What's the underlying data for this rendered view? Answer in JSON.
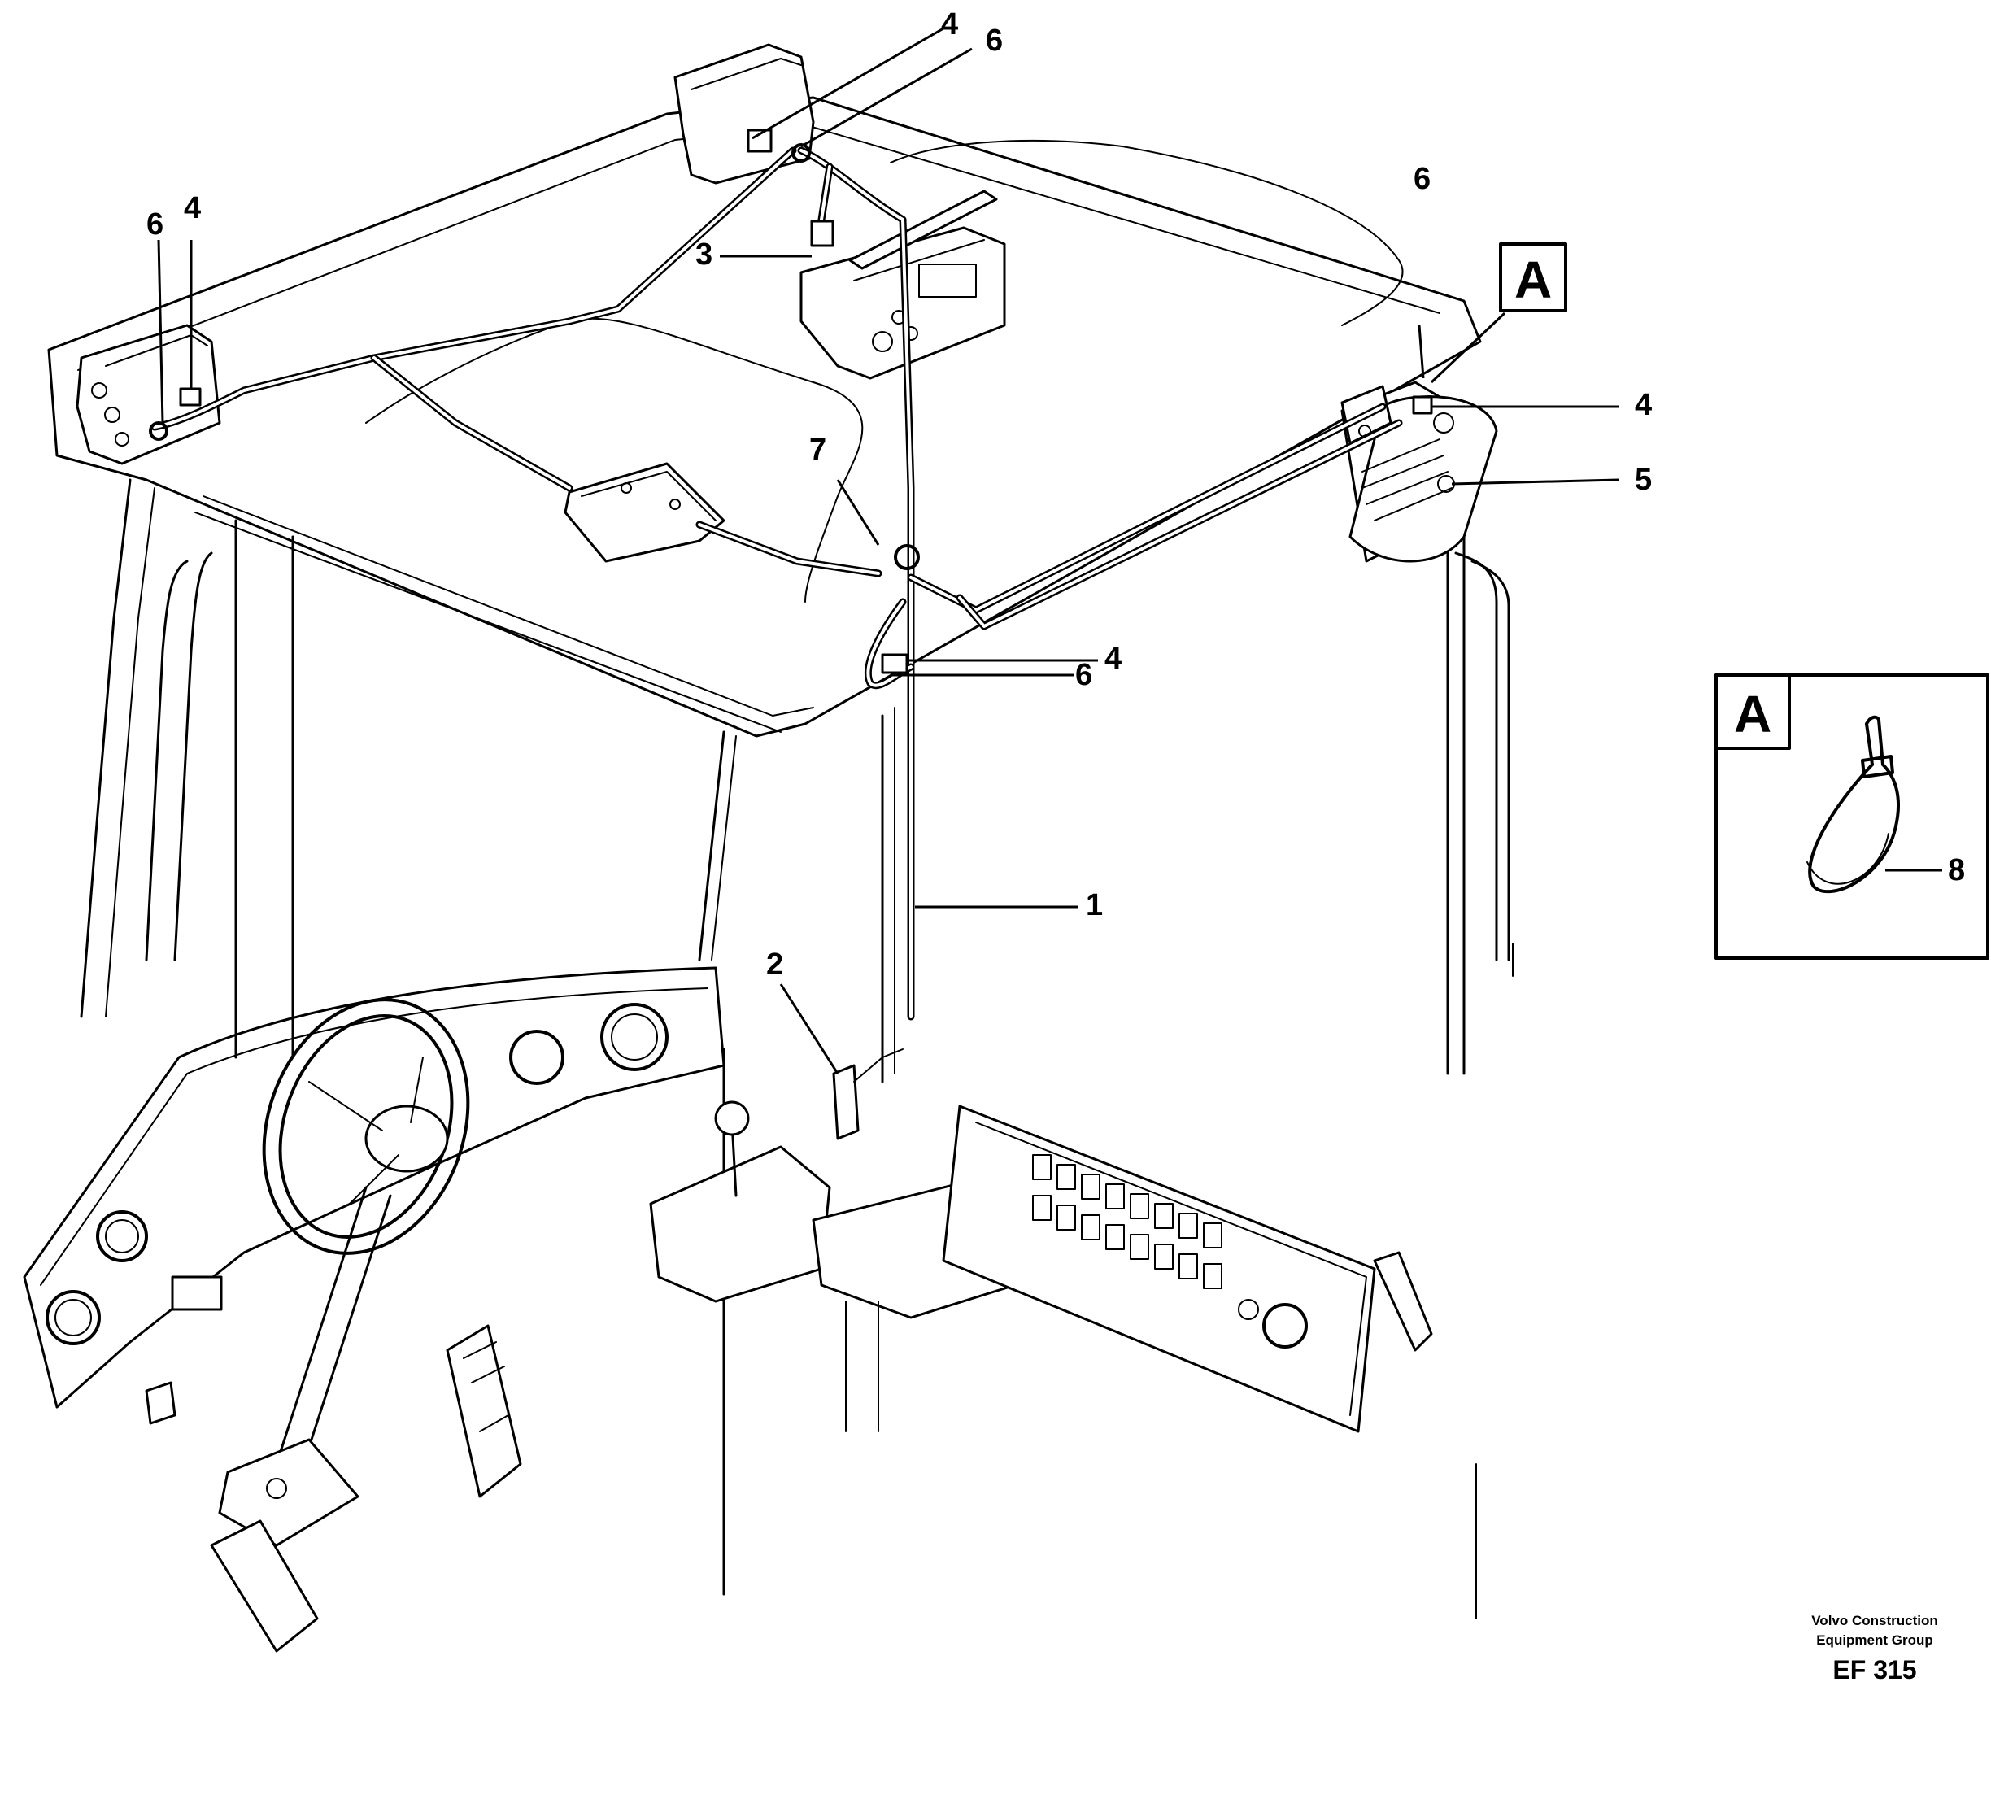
{
  "callouts": {
    "c1": "1",
    "c2": "2",
    "c3": "3",
    "c4_top": "4",
    "c6_top": "6",
    "c4_left": "4",
    "c6_left": "6",
    "c6_right": "6",
    "c4_right": "4",
    "c5": "5",
    "c7": "7",
    "c4_center": "4",
    "c6_center": "6",
    "c8": "8"
  },
  "detail_marker": "A",
  "detail_box_label": "A",
  "credit": {
    "line1": "Volvo Construction",
    "line2": "Equipment Group",
    "code": "EF 315"
  }
}
